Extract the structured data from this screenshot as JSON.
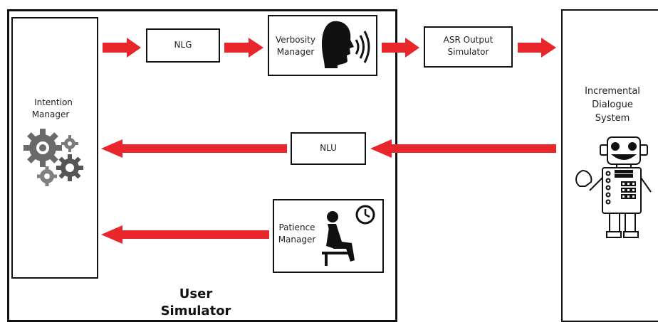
{
  "container": {
    "title": "User Simulator"
  },
  "modules": {
    "intention": {
      "line1": "Intention",
      "line2": "Manager",
      "icon": "gears-icon"
    },
    "nlg": {
      "label": "NLG"
    },
    "verbosity": {
      "line1": "Verbosity",
      "line2": "Manager",
      "icon": "speaking-head-icon"
    },
    "asr": {
      "line1": "ASR Output",
      "line2": "Simulator"
    },
    "nlu": {
      "label": "NLU"
    },
    "patience": {
      "line1": "Patience",
      "line2": "Manager",
      "icon": "waiting-person-clock-icon"
    },
    "dialogue": {
      "line1": "Incremental",
      "line2": "Dialogue",
      "line3": "System",
      "icon": "robot-icon"
    }
  },
  "colors": {
    "arrow": "#e8262b",
    "border": "#111111",
    "icon_gray": "#666666"
  }
}
